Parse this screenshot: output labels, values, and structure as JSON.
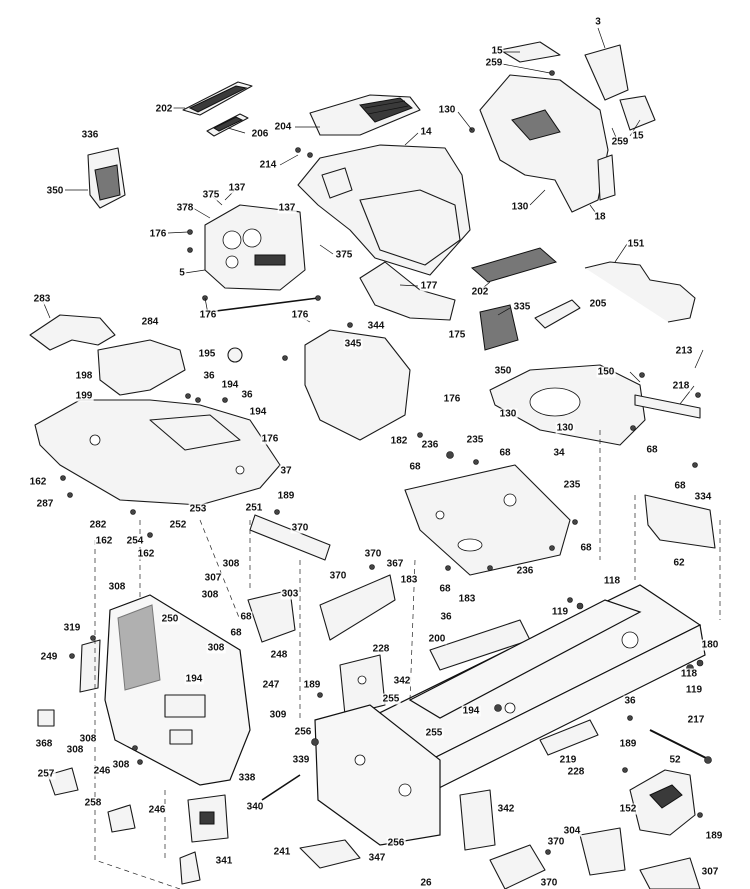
{
  "callouts": [
    {
      "id": "c001",
      "label": "3"
    },
    {
      "id": "c002",
      "label": "15"
    },
    {
      "id": "c003",
      "label": "259"
    },
    {
      "id": "c004",
      "label": "130"
    },
    {
      "id": "c005",
      "label": "15"
    },
    {
      "id": "c006",
      "label": "259"
    },
    {
      "id": "c007",
      "label": "202"
    },
    {
      "id": "c008",
      "label": "206"
    },
    {
      "id": "c009",
      "label": "204"
    },
    {
      "id": "c010",
      "label": "14"
    },
    {
      "id": "c011",
      "label": "214"
    },
    {
      "id": "c012",
      "label": "336"
    },
    {
      "id": "c013",
      "label": "350"
    },
    {
      "id": "c014",
      "label": "375"
    },
    {
      "id": "c015",
      "label": "137"
    },
    {
      "id": "c016",
      "label": "378"
    },
    {
      "id": "c017",
      "label": "137"
    },
    {
      "id": "c018",
      "label": "176"
    },
    {
      "id": "c019",
      "label": "130"
    },
    {
      "id": "c020",
      "label": "18"
    },
    {
      "id": "c021",
      "label": "5"
    },
    {
      "id": "c022",
      "label": "375"
    },
    {
      "id": "c023",
      "label": "151"
    },
    {
      "id": "c024",
      "label": "177"
    },
    {
      "id": "c025",
      "label": "202"
    },
    {
      "id": "c026",
      "label": "176"
    },
    {
      "id": "c027",
      "label": "283"
    },
    {
      "id": "c028",
      "label": "176"
    },
    {
      "id": "c029",
      "label": "335"
    },
    {
      "id": "c030",
      "label": "205"
    },
    {
      "id": "c031",
      "label": "284"
    },
    {
      "id": "c032",
      "label": "344"
    },
    {
      "id": "c033",
      "label": "175"
    },
    {
      "id": "c034",
      "label": "195"
    },
    {
      "id": "c035",
      "label": "345"
    },
    {
      "id": "c036",
      "label": "350"
    },
    {
      "id": "c037",
      "label": "213"
    },
    {
      "id": "c038",
      "label": "198"
    },
    {
      "id": "c039",
      "label": "36"
    },
    {
      "id": "c040",
      "label": "150"
    },
    {
      "id": "c041",
      "label": "194"
    },
    {
      "id": "c042",
      "label": "36"
    },
    {
      "id": "c043",
      "label": "199"
    },
    {
      "id": "c044",
      "label": "176"
    },
    {
      "id": "c045",
      "label": "218"
    },
    {
      "id": "c046",
      "label": "194"
    },
    {
      "id": "c047",
      "label": "130"
    },
    {
      "id": "c048",
      "label": "130"
    },
    {
      "id": "c049",
      "label": "176"
    },
    {
      "id": "c050",
      "label": "182"
    },
    {
      "id": "c051",
      "label": "235"
    },
    {
      "id": "c052",
      "label": "236"
    },
    {
      "id": "c053",
      "label": "68"
    },
    {
      "id": "c054",
      "label": "37"
    },
    {
      "id": "c055",
      "label": "68"
    },
    {
      "id": "c056",
      "label": "34"
    },
    {
      "id": "c057",
      "label": "162"
    },
    {
      "id": "c058",
      "label": "68"
    },
    {
      "id": "c059",
      "label": "235"
    },
    {
      "id": "c060",
      "label": "68"
    },
    {
      "id": "c061",
      "label": "287"
    },
    {
      "id": "c062",
      "label": "189"
    },
    {
      "id": "c063",
      "label": "334"
    },
    {
      "id": "c064",
      "label": "251"
    },
    {
      "id": "c065",
      "label": "253"
    },
    {
      "id": "c066",
      "label": "282"
    },
    {
      "id": "c067",
      "label": "252"
    },
    {
      "id": "c068",
      "label": "370"
    },
    {
      "id": "c069",
      "label": "162"
    },
    {
      "id": "c070",
      "label": "254"
    },
    {
      "id": "c071",
      "label": "162"
    },
    {
      "id": "c072",
      "label": "68"
    },
    {
      "id": "c073",
      "label": "62"
    },
    {
      "id": "c074",
      "label": "236"
    },
    {
      "id": "c075",
      "label": "370"
    },
    {
      "id": "c076",
      "label": "308"
    },
    {
      "id": "c077",
      "label": "367"
    },
    {
      "id": "c078",
      "label": "307"
    },
    {
      "id": "c079",
      "label": "370"
    },
    {
      "id": "c080",
      "label": "183"
    },
    {
      "id": "c081",
      "label": "68"
    },
    {
      "id": "c082",
      "label": "118"
    },
    {
      "id": "c083",
      "label": "308"
    },
    {
      "id": "c084",
      "label": "308"
    },
    {
      "id": "c085",
      "label": "303"
    },
    {
      "id": "c086",
      "label": "183"
    },
    {
      "id": "c087",
      "label": "119"
    },
    {
      "id": "c088",
      "label": "250"
    },
    {
      "id": "c089",
      "label": "68"
    },
    {
      "id": "c090",
      "label": "36"
    },
    {
      "id": "c091",
      "label": "319"
    },
    {
      "id": "c092",
      "label": "68"
    },
    {
      "id": "c093",
      "label": "200"
    },
    {
      "id": "c094",
      "label": "180"
    },
    {
      "id": "c095",
      "label": "249"
    },
    {
      "id": "c096",
      "label": "308"
    },
    {
      "id": "c097",
      "label": "228"
    },
    {
      "id": "c098",
      "label": "248"
    },
    {
      "id": "c099",
      "label": "342"
    },
    {
      "id": "c100",
      "label": "118"
    },
    {
      "id": "c101",
      "label": "194"
    },
    {
      "id": "c102",
      "label": "247"
    },
    {
      "id": "c103",
      "label": "189"
    },
    {
      "id": "c104",
      "label": "119"
    },
    {
      "id": "c105",
      "label": "255"
    },
    {
      "id": "c106",
      "label": "194"
    },
    {
      "id": "c107",
      "label": "36"
    },
    {
      "id": "c108",
      "label": "309"
    },
    {
      "id": "c109",
      "label": "217"
    },
    {
      "id": "c110",
      "label": "368"
    },
    {
      "id": "c111",
      "label": "308"
    },
    {
      "id": "c112",
      "label": "256"
    },
    {
      "id": "c113",
      "label": "255"
    },
    {
      "id": "c114",
      "label": "308"
    },
    {
      "id": "c115",
      "label": "219"
    },
    {
      "id": "c116",
      "label": "189"
    },
    {
      "id": "c117",
      "label": "52"
    },
    {
      "id": "c118",
      "label": "339"
    },
    {
      "id": "c119",
      "label": "308"
    },
    {
      "id": "c120",
      "label": "246"
    },
    {
      "id": "c121",
      "label": "228"
    },
    {
      "id": "c122",
      "label": "257"
    },
    {
      "id": "c123",
      "label": "338"
    },
    {
      "id": "c124",
      "label": "258"
    },
    {
      "id": "c125",
      "label": "246"
    },
    {
      "id": "c126",
      "label": "340"
    },
    {
      "id": "c127",
      "label": "342"
    },
    {
      "id": "c128",
      "label": "152"
    },
    {
      "id": "c129",
      "label": "189"
    },
    {
      "id": "c130",
      "label": "256"
    },
    {
      "id": "c131",
      "label": "304"
    },
    {
      "id": "c132",
      "label": "370"
    },
    {
      "id": "c133",
      "label": "241"
    },
    {
      "id": "c134",
      "label": "347"
    },
    {
      "id": "c135",
      "label": "341"
    },
    {
      "id": "c136",
      "label": "307"
    },
    {
      "id": "c137",
      "label": "26"
    },
    {
      "id": "c138",
      "label": "370"
    }
  ]
}
